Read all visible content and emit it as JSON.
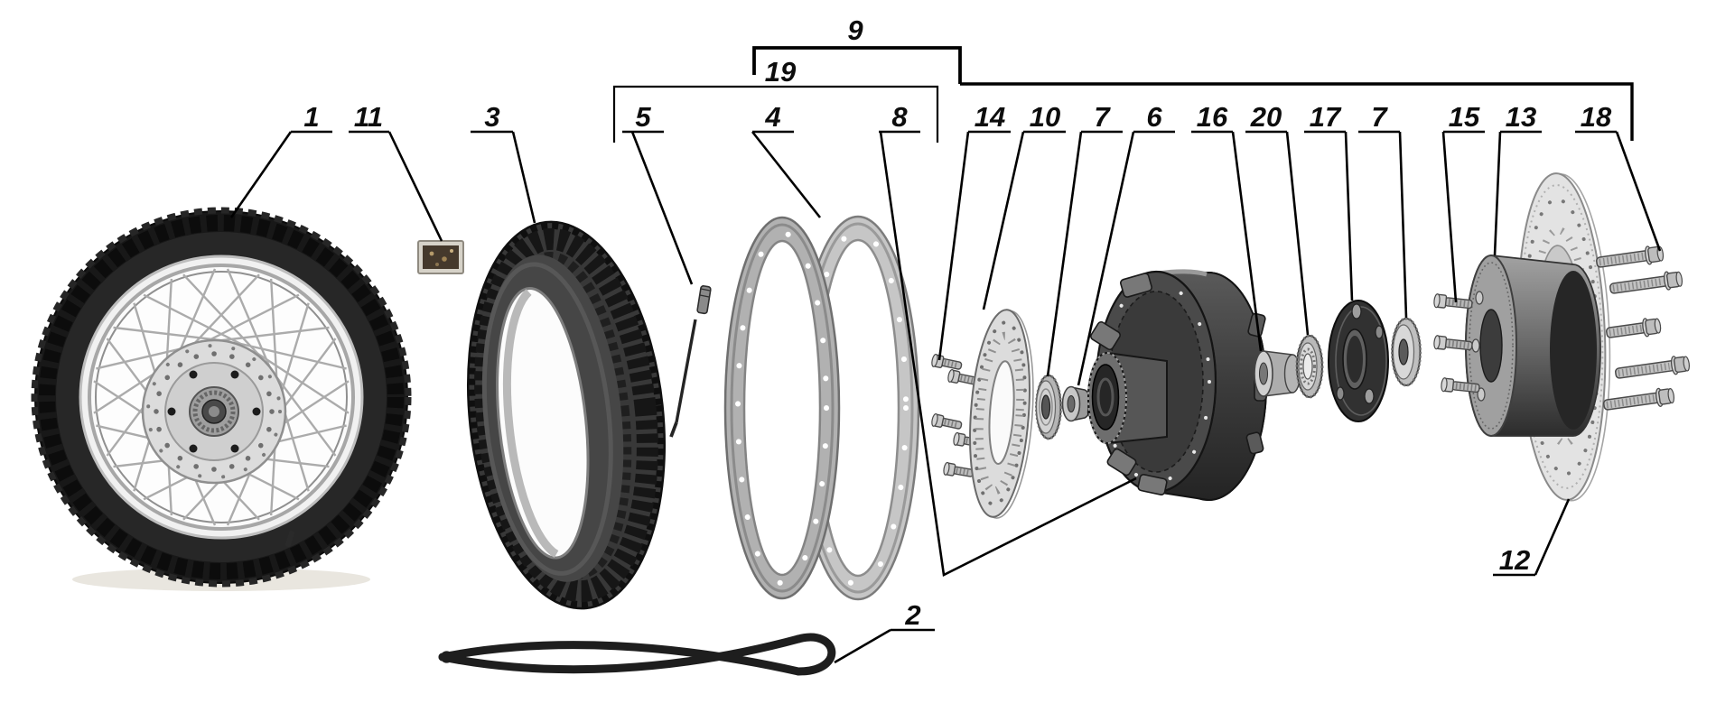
{
  "figure": {
    "kind": "exploded-parts-diagram",
    "colors": {
      "paper": "#ffffff",
      "ink": "#000000",
      "rubber": "#1a1a1a",
      "metal_light": "#d8d8d8",
      "metal_mid": "#9a9a9a",
      "metal_dark": "#3a3a3a"
    },
    "callouts": [
      {
        "number": "1"
      },
      {
        "number": "11"
      },
      {
        "number": "3"
      },
      {
        "number": "5"
      },
      {
        "number": "4"
      },
      {
        "number": "8"
      },
      {
        "number": "19"
      },
      {
        "number": "9"
      },
      {
        "number": "14"
      },
      {
        "number": "10"
      },
      {
        "number": "7"
      },
      {
        "number": "6"
      },
      {
        "number": "16"
      },
      {
        "number": "20"
      },
      {
        "number": "17"
      },
      {
        "number": "7"
      },
      {
        "number": "15"
      },
      {
        "number": "13"
      },
      {
        "number": "18"
      },
      {
        "number": "2"
      },
      {
        "number": "12"
      }
    ]
  }
}
